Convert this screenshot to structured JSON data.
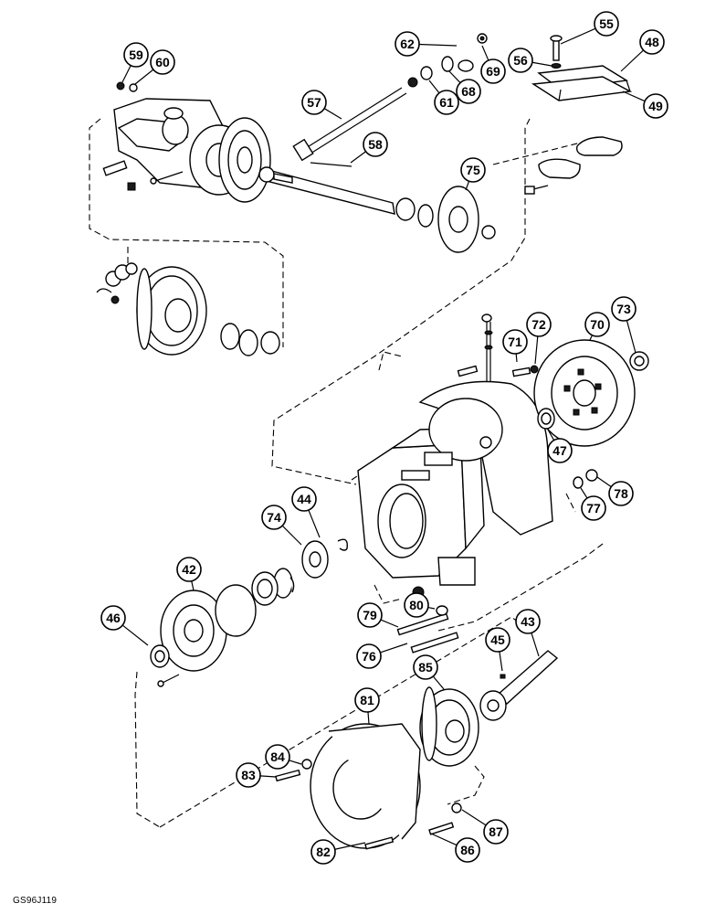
{
  "diagram": {
    "reference_code": "GS96J119",
    "callouts": [
      {
        "id": "c55",
        "label": "55"
      },
      {
        "id": "c48",
        "label": "48"
      },
      {
        "id": "c56",
        "label": "56"
      },
      {
        "id": "c49",
        "label": "49"
      },
      {
        "id": "c62",
        "label": "62"
      },
      {
        "id": "c69",
        "label": "69"
      },
      {
        "id": "c68",
        "label": "68"
      },
      {
        "id": "c61",
        "label": "61"
      },
      {
        "id": "c59",
        "label": "59"
      },
      {
        "id": "c60",
        "label": "60"
      },
      {
        "id": "c57",
        "label": "57"
      },
      {
        "id": "c58",
        "label": "58"
      },
      {
        "id": "c75",
        "label": "75"
      },
      {
        "id": "c71",
        "label": "71"
      },
      {
        "id": "c72",
        "label": "72"
      },
      {
        "id": "c70",
        "label": "70"
      },
      {
        "id": "c73",
        "label": "73"
      },
      {
        "id": "c47",
        "label": "47"
      },
      {
        "id": "c77",
        "label": "77"
      },
      {
        "id": "c78",
        "label": "78"
      },
      {
        "id": "c44",
        "label": "44"
      },
      {
        "id": "c74",
        "label": "74"
      },
      {
        "id": "c42",
        "label": "42"
      },
      {
        "id": "c46",
        "label": "46"
      },
      {
        "id": "c80",
        "label": "80"
      },
      {
        "id": "c79",
        "label": "79"
      },
      {
        "id": "c76",
        "label": "76"
      },
      {
        "id": "c45",
        "label": "45"
      },
      {
        "id": "c43",
        "label": "43"
      },
      {
        "id": "c85",
        "label": "85"
      },
      {
        "id": "c81",
        "label": "81"
      },
      {
        "id": "c84",
        "label": "84"
      },
      {
        "id": "c83",
        "label": "83"
      },
      {
        "id": "c87",
        "label": "87"
      },
      {
        "id": "c86",
        "label": "86"
      },
      {
        "id": "c82",
        "label": "82"
      }
    ]
  }
}
